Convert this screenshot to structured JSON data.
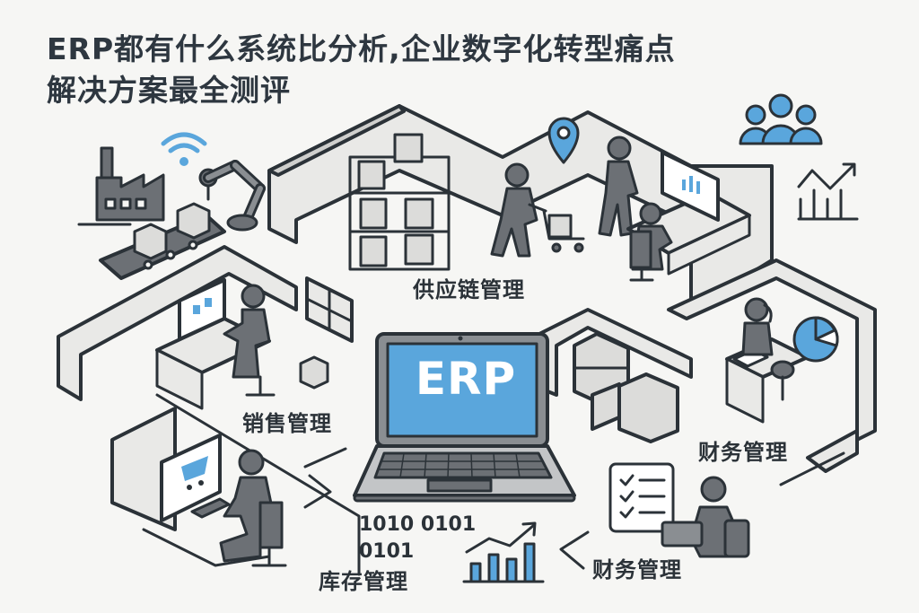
{
  "title": {
    "line1": "ERP都有什么系统比分析,企业数字化转型痛点",
    "line2": "解决方案最全测评"
  },
  "center": {
    "screen_text": "ERP",
    "icon": "laptop-icon"
  },
  "modules": [
    {
      "id": "supply-chain",
      "label": "供应链管理"
    },
    {
      "id": "sales",
      "label": "销售管理"
    },
    {
      "id": "finance-right",
      "label": "财务管理"
    },
    {
      "id": "inventory",
      "label": "库存管理"
    },
    {
      "id": "finance-bottom",
      "label": "财务管理"
    }
  ],
  "binary": {
    "line1": "1010 0101",
    "line2": "0101"
  },
  "icons": [
    "factory-icon",
    "wifi-icon",
    "robot-arm-icon",
    "conveyor-belt-icon",
    "location-pin-icon",
    "team-icon",
    "line-bar-chart-icon",
    "pie-chart-icon",
    "checklist-icon",
    "growth-bar-chart-icon",
    "shopping-cart-icon"
  ],
  "colors": {
    "accent_blue": "#5aa6dc",
    "outline": "#2b3238",
    "wall_gray": "#d6d6d4",
    "figure_gray": "#6c7075",
    "background": "#f6f6f4"
  }
}
